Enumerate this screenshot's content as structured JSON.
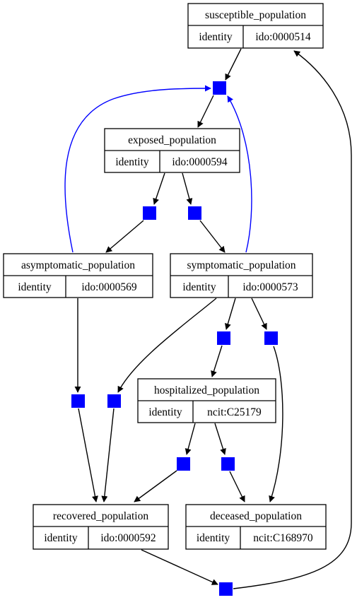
{
  "colors": {
    "transition": "#0000ff",
    "control_edge": "#0000ff",
    "edge": "#000000",
    "node_border": "#000000"
  },
  "nodes": {
    "susceptible": {
      "title": "susceptible_population",
      "key": "identity",
      "value": "ido:0000514"
    },
    "exposed": {
      "title": "exposed_population",
      "key": "identity",
      "value": "ido:0000594"
    },
    "asymptomatic": {
      "title": "asymptomatic_population",
      "key": "identity",
      "value": "ido:0000569"
    },
    "symptomatic": {
      "title": "symptomatic_population",
      "key": "identity",
      "value": "ido:0000573"
    },
    "hospitalized": {
      "title": "hospitalized_population",
      "key": "identity",
      "value": "ncit:C25179"
    },
    "recovered": {
      "title": "recovered_population",
      "key": "identity",
      "value": "ido:0000592"
    },
    "deceased": {
      "title": "deceased_population",
      "key": "identity",
      "value": "ncit:C168970"
    }
  }
}
